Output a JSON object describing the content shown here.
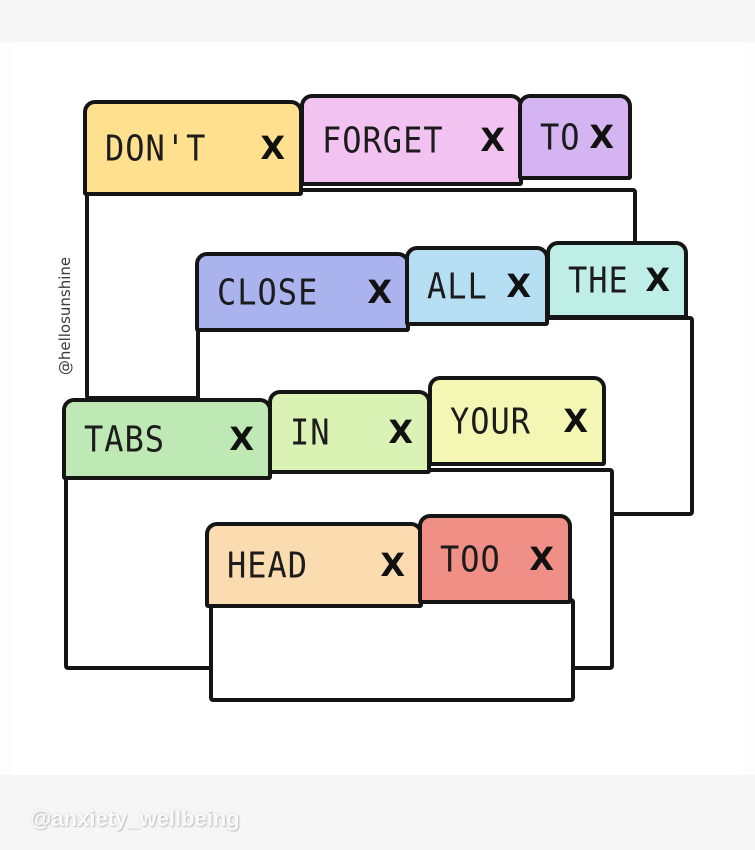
{
  "colors": {
    "outline": "#151515",
    "yellow": "#ffe08f",
    "pink": "#f2c3f0",
    "purple": "#d5b4f2",
    "blue": "#aab3ee",
    "sky": "#b7dff4",
    "teal": "#bfeee6",
    "green": "#bee9b4",
    "lime": "#daf2b4",
    "pale_yellow": "#f4f7b4",
    "peach": "#fbdcb0",
    "salmon": "#ef8f86"
  },
  "windows": [
    {
      "tabs": [
        {
          "label": "DON'T",
          "close": "X",
          "color": "yellow"
        },
        {
          "label": "FORGET",
          "close": "X",
          "color": "pink"
        },
        {
          "label": "TO",
          "close": "X",
          "color": "purple"
        }
      ]
    },
    {
      "tabs": [
        {
          "label": "CLOSE",
          "close": "X",
          "color": "blue"
        },
        {
          "label": "ALL",
          "close": "X",
          "color": "sky"
        },
        {
          "label": "THE",
          "close": "X",
          "color": "teal"
        }
      ]
    },
    {
      "tabs": [
        {
          "label": "TABS",
          "close": "X",
          "color": "green"
        },
        {
          "label": "IN",
          "close": "X",
          "color": "lime"
        },
        {
          "label": "YOUR",
          "close": "X",
          "color": "pale_yellow"
        }
      ]
    },
    {
      "tabs": [
        {
          "label": "HEAD",
          "close": "X",
          "color": "peach"
        },
        {
          "label": "TOO",
          "close": "X",
          "color": "salmon"
        }
      ]
    }
  ],
  "artist_handle": "@hellosunshine",
  "watermark": "@anxiety_wellbeing"
}
